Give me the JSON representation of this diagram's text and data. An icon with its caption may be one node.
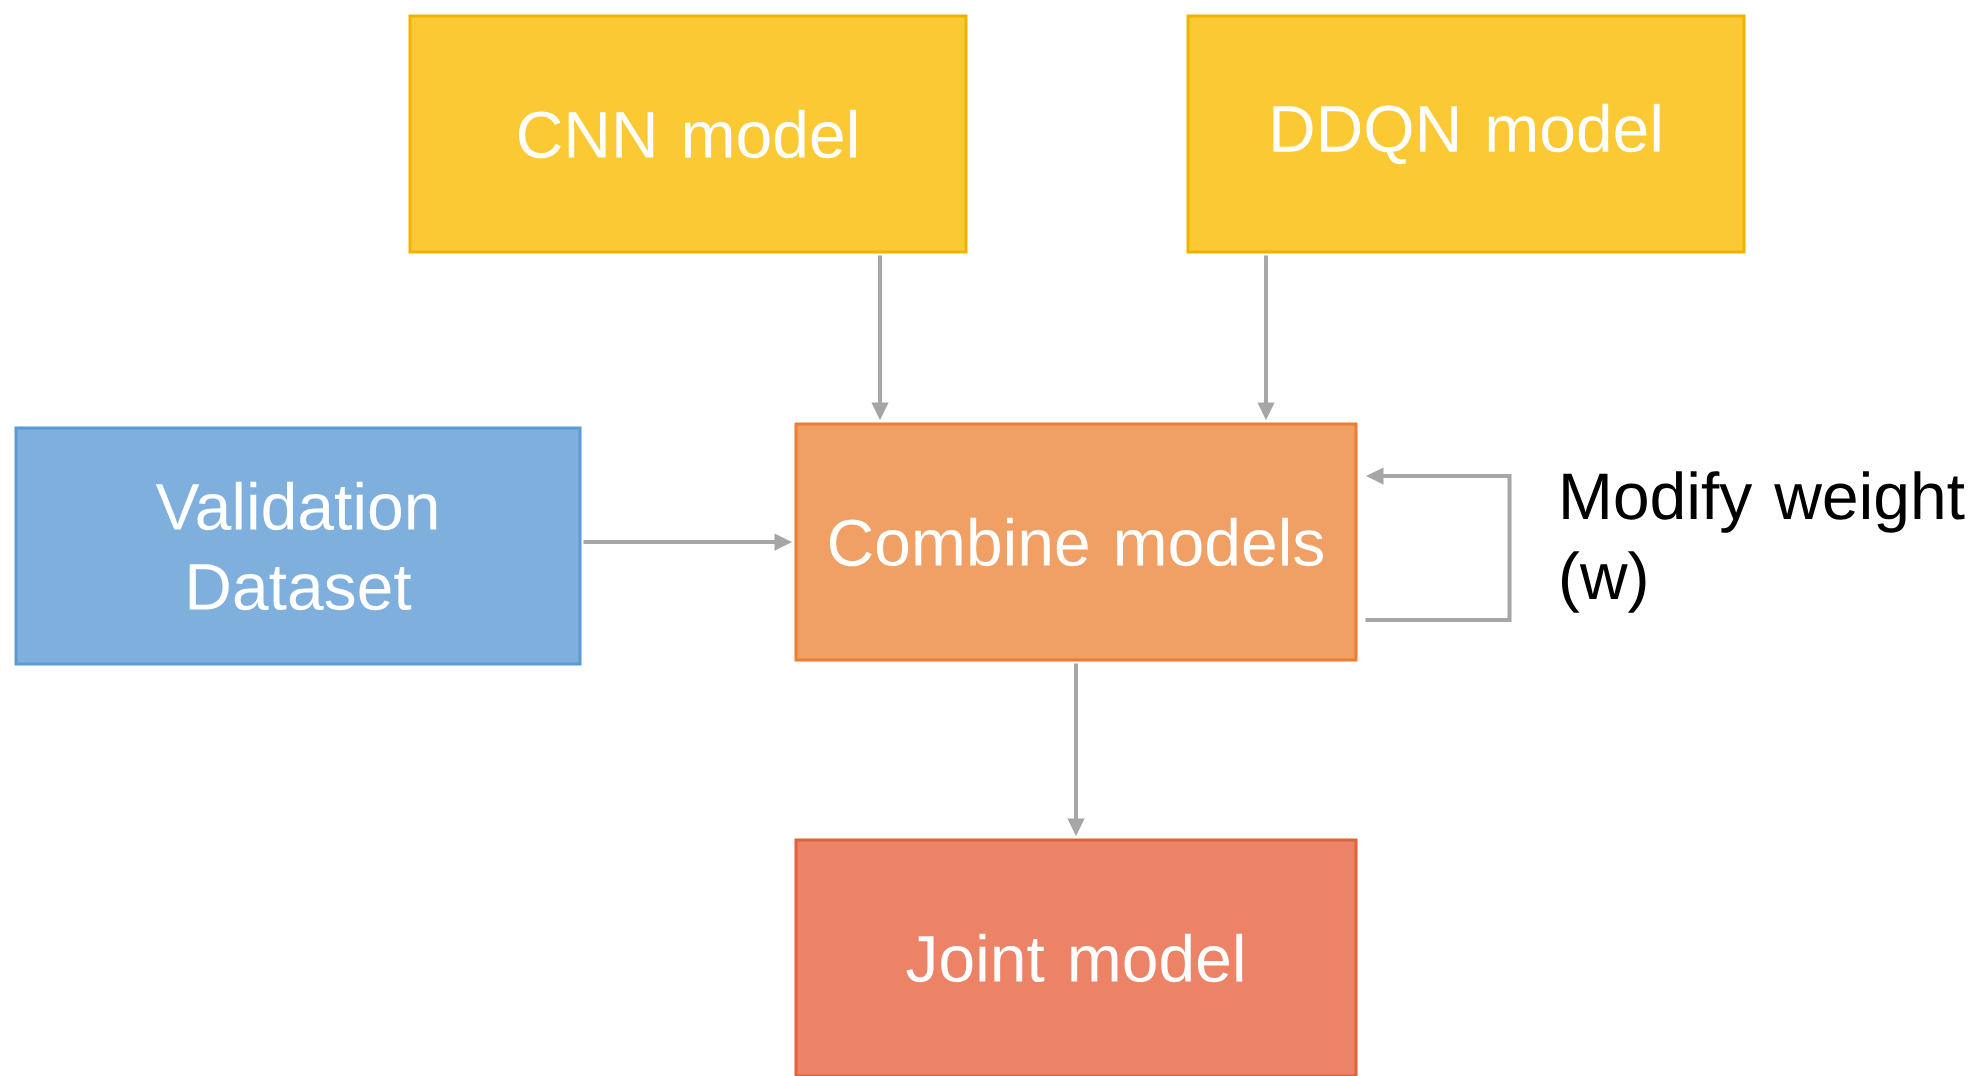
{
  "diagram": {
    "nodes": [
      {
        "text": [
          "CNN model"
        ]
      },
      {
        "text": [
          "DDQN model"
        ]
      },
      {
        "text": [
          "Validation Dataset"
        ]
      },
      {
        "text": [
          "Combine models"
        ]
      },
      {
        "text": [
          "Joint model"
        ]
      }
    ],
    "edges": [
      {
        "from": 0,
        "to": 3,
        "arrow": "to"
      },
      {
        "from": 1,
        "to": 3,
        "arrow": "to"
      },
      {
        "from": 2,
        "to": 3,
        "arrow": "to"
      },
      {
        "from": 3,
        "to": 3,
        "arrow": "to",
        "label": "Modify weight (w)"
      },
      {
        "from": 3,
        "to": 4,
        "arrow": "to"
      }
    ]
  }
}
